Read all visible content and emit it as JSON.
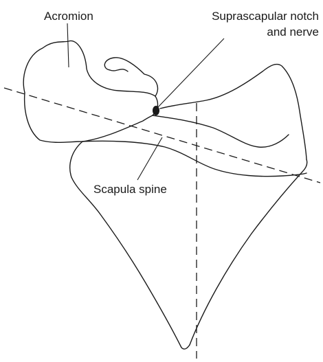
{
  "labels": {
    "acromion": "Acromion",
    "notch_line1": "Suprascapular notch",
    "notch_line2": "and nerve",
    "spine": "Scapula spine"
  },
  "colors": {
    "ink": "#1a1a1a",
    "background": "#ffffff"
  }
}
